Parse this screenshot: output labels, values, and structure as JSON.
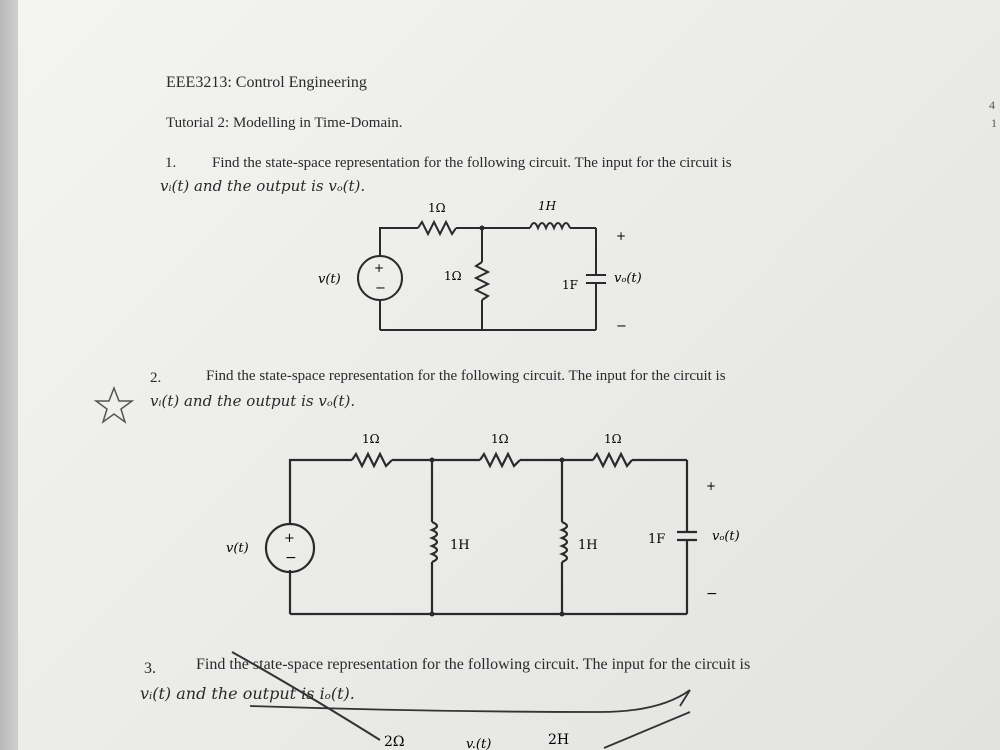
{
  "header": {
    "course": "EEE3213: Control Engineering",
    "tutorial": "Tutorial 2: Modelling in Time-Domain."
  },
  "questions": [
    {
      "number": "1.",
      "line1": "Find the state-space representation for the following circuit. The input for the circuit is",
      "line2": "vᵢ(t) and the output is vₒ(t).",
      "circuit": {
        "source_label": "v(t)",
        "source_plus": "+",
        "source_minus": "−",
        "r_series": "1Ω",
        "r_shunt": "1Ω",
        "inductor": "1H",
        "capacitor": "1F",
        "out_plus": "+",
        "out_minus": "−",
        "out_label": "vₒ(t)"
      }
    },
    {
      "number": "2.",
      "line1": "Find the state-space representation for the following circuit. The input for the circuit is",
      "line2": "vᵢ(t) and the output is vₒ(t).",
      "circuit": {
        "source_label": "v(t)",
        "source_plus": "+",
        "source_minus": "−",
        "r1": "1Ω",
        "r2": "1Ω",
        "r3": "1Ω",
        "l1": "1H",
        "l2": "1H",
        "capacitor": "1F",
        "out_plus": "+",
        "out_minus": "−",
        "out_label": "vₒ(t)"
      }
    },
    {
      "number": "3.",
      "line1": "Find the state-space representation for the following circuit. The input for the circuit is",
      "line2": "vᵢ(t) and the output is iₒ(t).",
      "circuit": {
        "resistor": "2Ω",
        "source_partial": "v.(t)",
        "inductor": "2H"
      }
    }
  ],
  "edge_marks": [
    "4",
    "1"
  ]
}
